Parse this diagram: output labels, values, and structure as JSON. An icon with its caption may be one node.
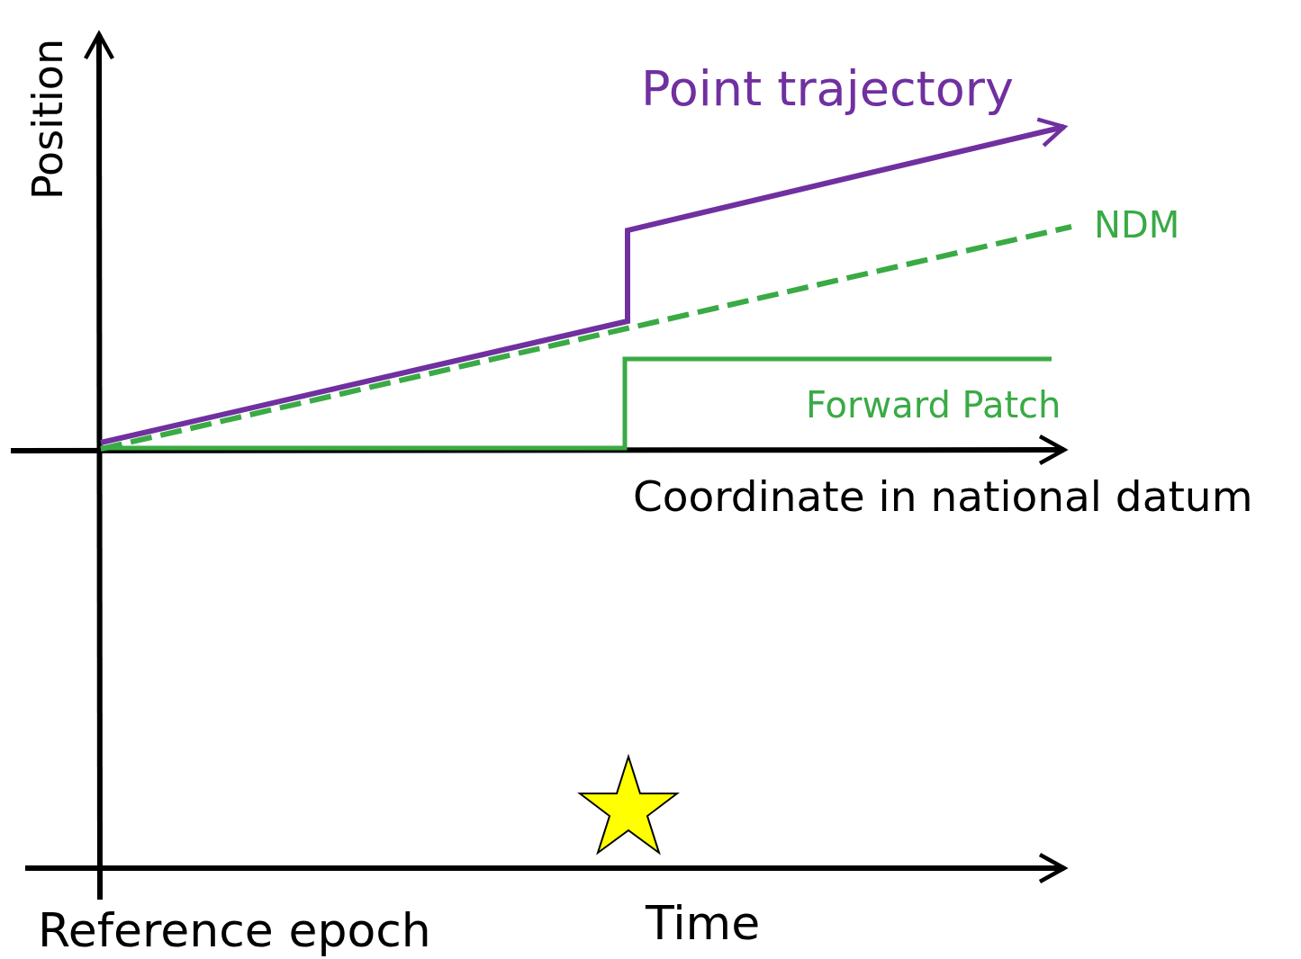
{
  "diagram": {
    "labels": [
      "Position",
      "Point trajectory",
      "NDM",
      "Forward Patch",
      "Coordinate in national datum",
      "Reference epoch",
      "Time"
    ]
  }
}
